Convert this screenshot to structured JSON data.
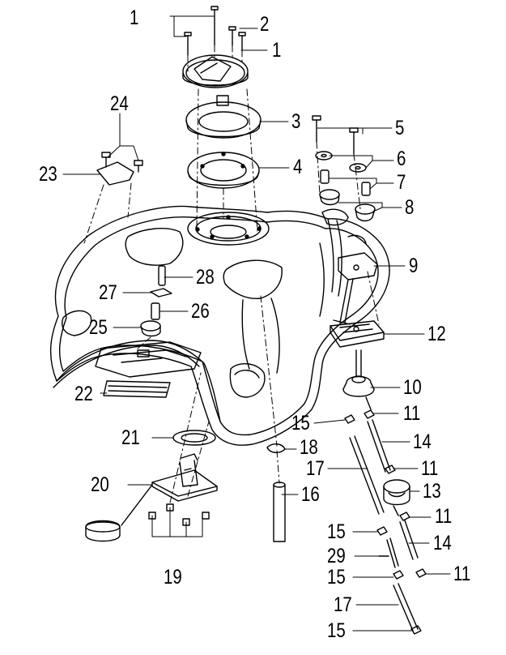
{
  "colors": {
    "line": "#000000",
    "background": "#ffffff",
    "shade": "#e6e6e6"
  },
  "callouts": [
    {
      "id": "c1a",
      "label": "1"
    },
    {
      "id": "c2",
      "label": "2"
    },
    {
      "id": "c1b",
      "label": "1"
    },
    {
      "id": "c3",
      "label": "3"
    },
    {
      "id": "c4",
      "label": "4"
    },
    {
      "id": "c5",
      "label": "5"
    },
    {
      "id": "c6",
      "label": "6"
    },
    {
      "id": "c7",
      "label": "7"
    },
    {
      "id": "c8",
      "label": "8"
    },
    {
      "id": "c9",
      "label": "9"
    },
    {
      "id": "c10",
      "label": "10"
    },
    {
      "id": "c11a",
      "label": "11"
    },
    {
      "id": "c11b",
      "label": "11"
    },
    {
      "id": "c11c",
      "label": "11"
    },
    {
      "id": "c11d",
      "label": "11"
    },
    {
      "id": "c12",
      "label": "12"
    },
    {
      "id": "c13",
      "label": "13"
    },
    {
      "id": "c14a",
      "label": "14"
    },
    {
      "id": "c14b",
      "label": "14"
    },
    {
      "id": "c15a",
      "label": "15"
    },
    {
      "id": "c15b",
      "label": "15"
    },
    {
      "id": "c15c",
      "label": "15"
    },
    {
      "id": "c15d",
      "label": "15"
    },
    {
      "id": "c16",
      "label": "16"
    },
    {
      "id": "c17a",
      "label": "17"
    },
    {
      "id": "c17b",
      "label": "17"
    },
    {
      "id": "c18",
      "label": "18"
    },
    {
      "id": "c19",
      "label": "19"
    },
    {
      "id": "c20",
      "label": "20"
    },
    {
      "id": "c21",
      "label": "21"
    },
    {
      "id": "c22",
      "label": "22"
    },
    {
      "id": "c23",
      "label": "23"
    },
    {
      "id": "c24",
      "label": "24"
    },
    {
      "id": "c25",
      "label": "25"
    },
    {
      "id": "c26",
      "label": "26"
    },
    {
      "id": "c27",
      "label": "27"
    },
    {
      "id": "c28",
      "label": "28"
    },
    {
      "id": "c29",
      "label": "29"
    }
  ]
}
